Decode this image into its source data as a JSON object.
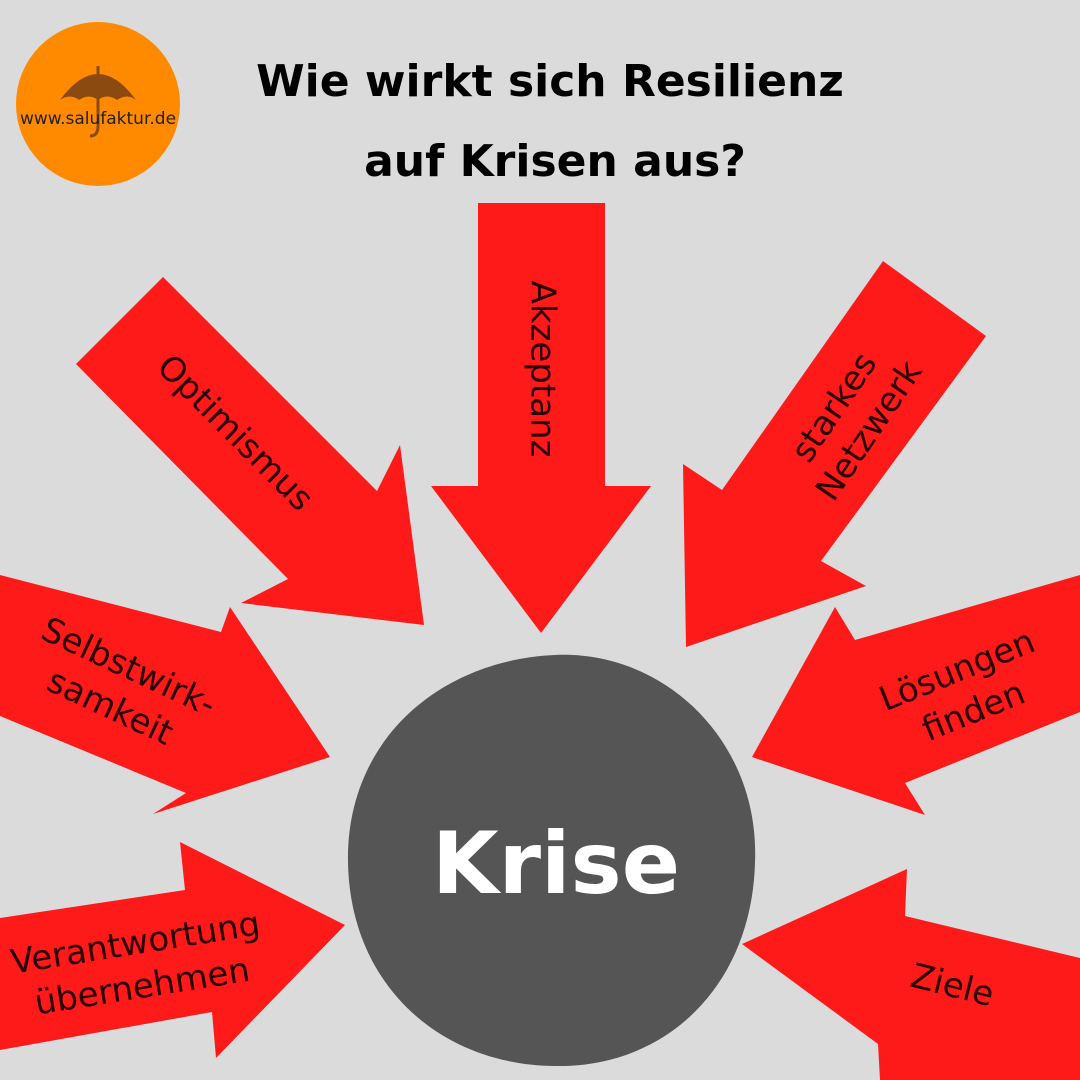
{
  "logo": {
    "text": "www.salufaktur.de",
    "icon": "umbrella-icon",
    "color": "#ff8a00"
  },
  "title": {
    "line1": "Wie wirkt sich Resilienz",
    "line2": "auf Krisen aus?"
  },
  "center": {
    "label": "Krise",
    "color": "#555555"
  },
  "arrow_color": "#ff1a1a",
  "arrows": [
    {
      "id": "akzeptanz",
      "lines": [
        "Akzeptanz"
      ]
    },
    {
      "id": "optimismus",
      "lines": [
        "Optimismus"
      ]
    },
    {
      "id": "netzwerk",
      "lines": [
        "starkes",
        "Netzwerk"
      ]
    },
    {
      "id": "selbstwirksamkeit",
      "lines": [
        "Selbstwirk-",
        "samkeit"
      ]
    },
    {
      "id": "loesungen",
      "lines": [
        "Lösungen",
        "finden"
      ]
    },
    {
      "id": "verantwortung",
      "lines": [
        "Verantwortung",
        "übernehmen"
      ]
    },
    {
      "id": "ziele",
      "lines": [
        "Ziele"
      ]
    }
  ]
}
